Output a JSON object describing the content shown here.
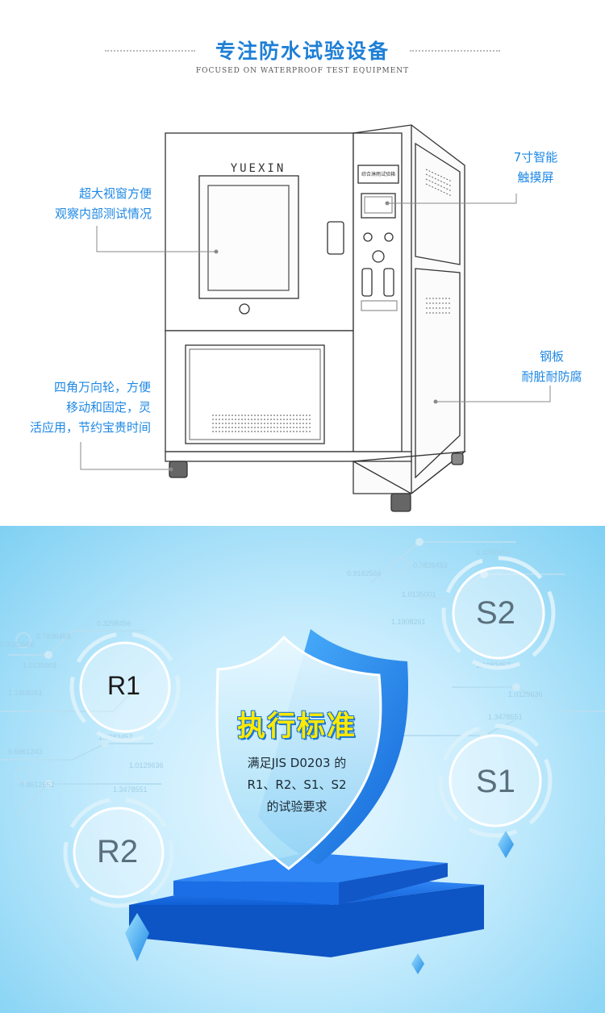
{
  "header": {
    "title": "专注防水试验设备",
    "subtitle": "FOCUSED ON WATERPROOF TEST EQUIPMENT"
  },
  "machine": {
    "brand": "YUEXIN",
    "panel_title": "综合淋雨试验箱"
  },
  "annotations": {
    "window": [
      "超大视窗方便",
      "观察内部测试情况"
    ],
    "screen": [
      "7寸智能",
      "触摸屏"
    ],
    "plate": [
      "钢板",
      "耐脏耐防腐"
    ],
    "wheels": [
      "四角万向轮，方便",
      "移动和固定，灵",
      "活应用，节约宝贵时间"
    ]
  },
  "standard": {
    "title": "执行标准",
    "lines": [
      "满足JIS D0203 的",
      "R1、R2、S1、S2",
      "的试验要求"
    ],
    "circles": {
      "r1": "R1",
      "r2": "R2",
      "s1": "S1",
      "s2": "S2"
    },
    "bg_numbers": [
      "0.9182566",
      "0.7836453",
      "0.3298456",
      "1.0135001",
      "1.1908261",
      "1.1983457",
      "1.0129636",
      "1.3478551",
      "0.8612652",
      "0.6861243",
      "1.0135001",
      "1.1908261",
      "1.1983457",
      "0.9182566",
      "0.7836453",
      "0.3298456",
      "1.0129636",
      "1.3478551"
    ]
  },
  "colors": {
    "accent": "#1e88e5",
    "title": "#1e7fd6",
    "shield_title": "#ffea00",
    "platform": "#1a6fe0"
  }
}
